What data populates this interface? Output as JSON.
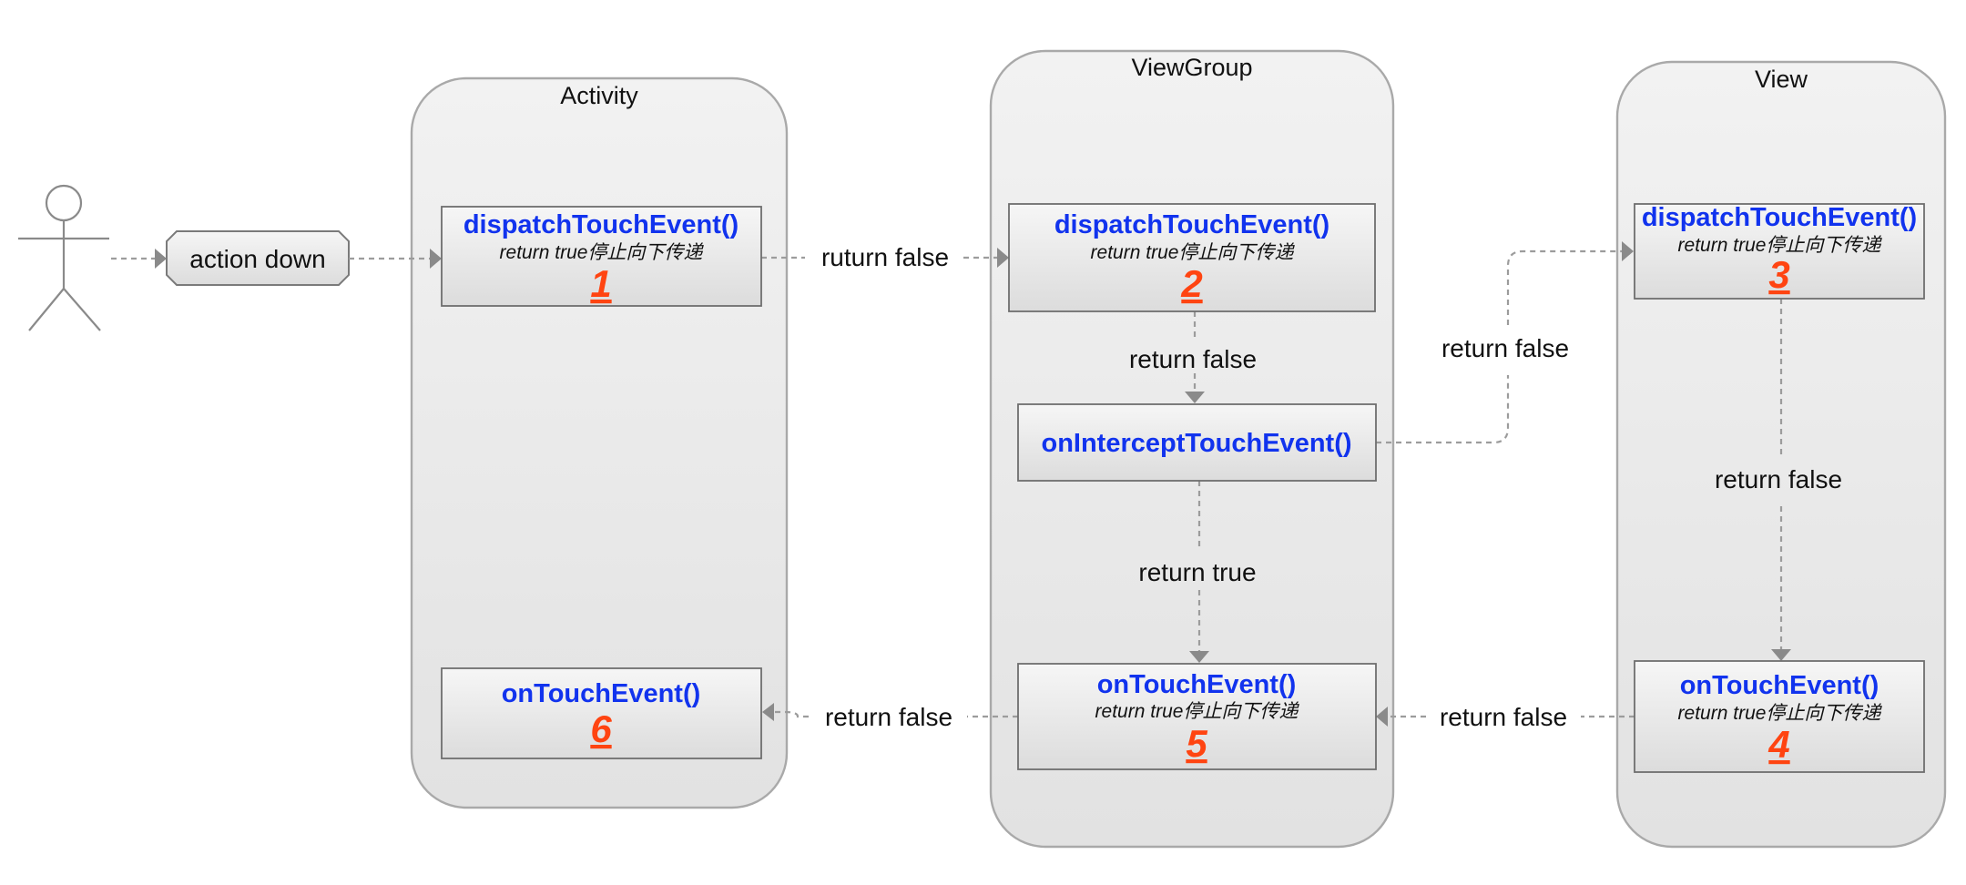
{
  "actor": {
    "name": ""
  },
  "start_event": {
    "label": "action down"
  },
  "lanes": {
    "activity": {
      "title": "Activity"
    },
    "viewgroup": {
      "title": "ViewGroup"
    },
    "view": {
      "title": "View"
    }
  },
  "nodes": {
    "activity_dispatch": {
      "method": "dispatchTouchEvent()",
      "note": "return true停止向下传递",
      "step": "1"
    },
    "activity_touch": {
      "method": "onTouchEvent()",
      "step": "6"
    },
    "viewgroup_dispatch": {
      "method": "dispatchTouchEvent()",
      "note": "return true停止向下传递",
      "step": "2"
    },
    "viewgroup_intercept": {
      "method": "onInterceptTouchEvent()"
    },
    "viewgroup_touch": {
      "method": "onTouchEvent()",
      "note": "return true停止向下传递",
      "step": "5"
    },
    "view_dispatch": {
      "method": "dispatchTouchEvent()",
      "note": "return true停止向下传递",
      "step": "3"
    },
    "view_touch": {
      "method": "onTouchEvent()",
      "note": "return true停止向下传递",
      "step": "4"
    }
  },
  "edges": {
    "activity_to_viewgroup": "ruturn false",
    "vg_dispatch_to_intercept": "return false",
    "intercept_to_view": "return false",
    "intercept_to_vg_touch": "return true",
    "view_dispatch_to_touch": "return false",
    "view_touch_to_vg_touch": "return false",
    "vg_touch_to_activity_touch": "return false"
  },
  "colors": {
    "method_text": "#1133ee",
    "step_number": "#ff4411",
    "connector": "#9c9c9c",
    "lane_border": "#a9a9a9"
  }
}
